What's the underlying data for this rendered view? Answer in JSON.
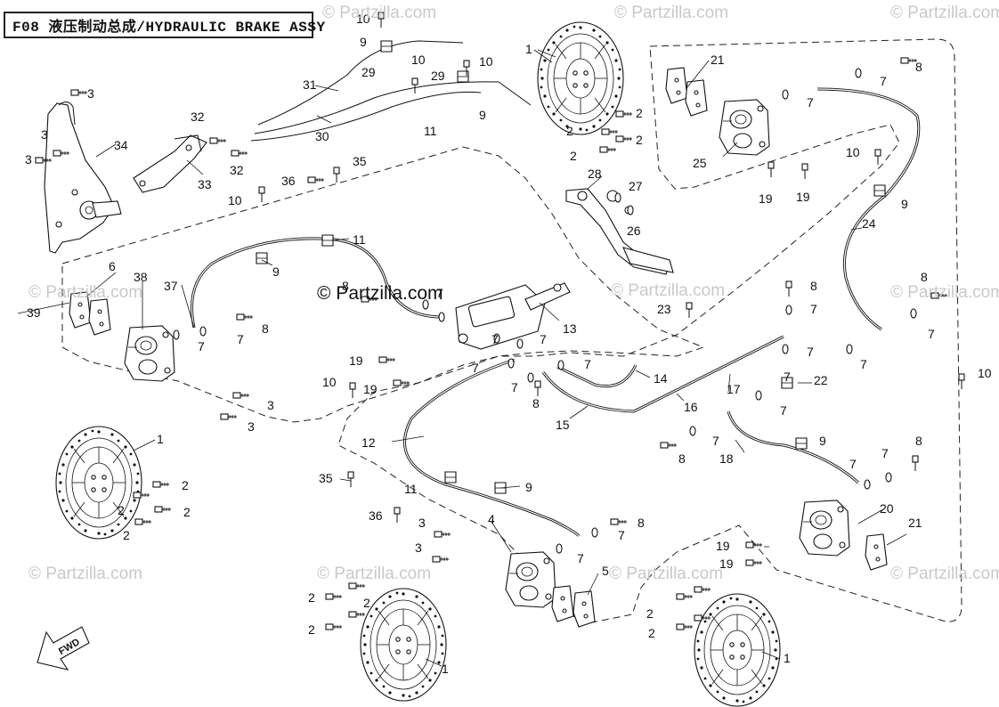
{
  "title": "F08 液压制动总成/HYDRAULIC BRAKE ASSY",
  "watermark": "© Partzilla.com",
  "watermark_center": "© Partzilla.com",
  "fwd_label": "FWD",
  "callouts": {
    "c1a": "1",
    "c1b": "1",
    "c1c": "1",
    "c1d": "1",
    "c2a": "2",
    "c2b": "2",
    "c2c": "2",
    "c2d": "2",
    "c2e": "2",
    "c2f": "2",
    "c2g": "2",
    "c2h": "2",
    "c2i": "2",
    "c2j": "2",
    "c2k": "2",
    "c2l": "2",
    "c2m": "2",
    "c3a": "3",
    "c3b": "3",
    "c3c": "3",
    "c3d": "3",
    "c3e": "3",
    "c3f": "3",
    "c3g": "3",
    "c4": "4",
    "c5": "5",
    "c6": "6",
    "c7a": "7",
    "c7b": "7",
    "c7c": "7",
    "c7d": "7",
    "c7e": "7",
    "c7f": "7",
    "c7g": "7",
    "c7h": "7",
    "c7i": "7",
    "c7j": "7",
    "c7k": "7",
    "c7l": "7",
    "c7m": "7",
    "c7n": "7",
    "c7o": "7",
    "c7p": "7",
    "c7q": "7",
    "c7r": "7",
    "c7s": "7",
    "c7t": "7",
    "c7u": "7",
    "c8a": "8",
    "c8b": "8",
    "c8c": "8",
    "c8d": "8",
    "c8e": "8",
    "c8f": "8",
    "c8g": "8",
    "c8h": "8",
    "c8i": "8",
    "c9a": "9",
    "c9b": "9",
    "c9c": "9",
    "c9d": "9",
    "c9e": "9",
    "c9f": "9",
    "c10a": "10",
    "c10b": "10",
    "c10c": "10",
    "c10d": "10",
    "c10e": "10",
    "c10f": "10",
    "c10g": "10",
    "c11a": "11",
    "c11b": "11",
    "c11c": "11",
    "c12": "12",
    "c13": "13",
    "c14": "14",
    "c15": "15",
    "c16": "16",
    "c17": "17",
    "c18": "18",
    "c19a": "19",
    "c19b": "19",
    "c19c": "19",
    "c19d": "19",
    "c19e": "19",
    "c19f": "19",
    "c20": "20",
    "c21a": "21",
    "c21b": "21",
    "c22": "22",
    "c23": "23",
    "c24": "24",
    "c25": "25",
    "c26": "26",
    "c27": "27",
    "c28": "28",
    "c29a": "29",
    "c29b": "29",
    "c30": "30",
    "c31": "31",
    "c32a": "32",
    "c32b": "32",
    "c33": "33",
    "c34": "34",
    "c35a": "35",
    "c35b": "35",
    "c36a": "36",
    "c36b": "36",
    "c37": "37",
    "c38": "38",
    "c39": "39"
  },
  "colors": {
    "line": "#111111",
    "watermark": "#c9c9c9",
    "background": "#ffffff"
  }
}
